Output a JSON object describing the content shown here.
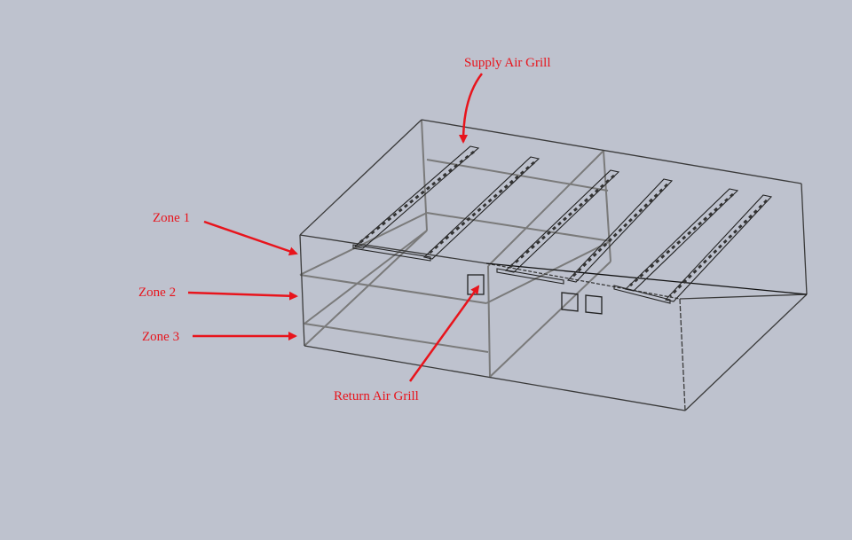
{
  "labels": {
    "supply": "Supply Air Grill",
    "return": "Return Air Grill",
    "zone1": "Zone 1",
    "zone2": "Zone 2",
    "zone3": "Zone 3"
  },
  "colors": {
    "background": "#bec2ce",
    "annotation": "#e8141c",
    "edge": "#3a3a3a",
    "partition": "#7a7a7a"
  }
}
